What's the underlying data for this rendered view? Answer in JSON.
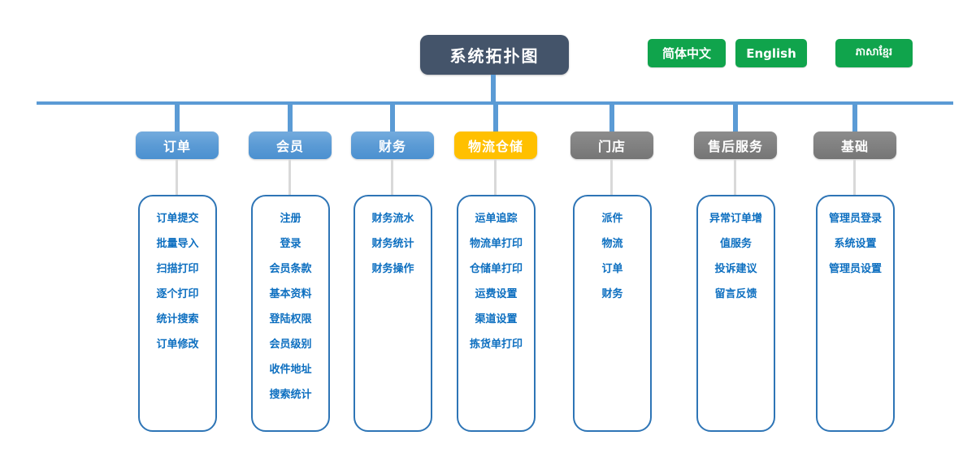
{
  "title": {
    "label": "系统拓扑图"
  },
  "language_buttons": [
    {
      "label": "简体中文"
    },
    {
      "label": "English"
    },
    {
      "label": "ភាសាខ្មែរ"
    }
  ],
  "colors": {
    "connector": "#5b9bd5",
    "title_bg": "#44546a",
    "blue_header": "#5b9bd5",
    "yellow_header": "#ffc000",
    "gray_header": "#7f7f7f",
    "green_button": "#10a44c",
    "item_text": "#0d6fc0",
    "panel_border": "#2e75b6"
  },
  "columns": [
    {
      "label": "订单",
      "style": "blue",
      "items": [
        "订单提交",
        "批量导入",
        "扫描打印",
        "逐个打印",
        "统计搜索",
        "订单修改"
      ]
    },
    {
      "label": "会员",
      "style": "blue",
      "items": [
        "注册",
        "登录",
        "会员条款",
        "基本资料",
        "登陆权限",
        "会员级别",
        "收件地址",
        "搜索统计"
      ]
    },
    {
      "label": "财务",
      "style": "blue",
      "items": [
        "财务流水",
        "财务统计",
        "财务操作"
      ]
    },
    {
      "label": "物流仓储",
      "style": "yellow",
      "items": [
        "运单追踪",
        "物流单打印",
        "仓储单打印",
        "运费设置",
        "渠道设置",
        "拣货单打印"
      ]
    },
    {
      "label": "门店",
      "style": "gray",
      "items": [
        "派件",
        "物流",
        "订单",
        "财务"
      ]
    },
    {
      "label": "售后服务",
      "style": "gray",
      "items": [
        "异常订单增",
        "值服务",
        "投诉建议",
        "留言反馈"
      ]
    },
    {
      "label": "基础",
      "style": "gray",
      "items": [
        "管理员登录",
        "系统设置",
        "管理员设置"
      ]
    }
  ]
}
